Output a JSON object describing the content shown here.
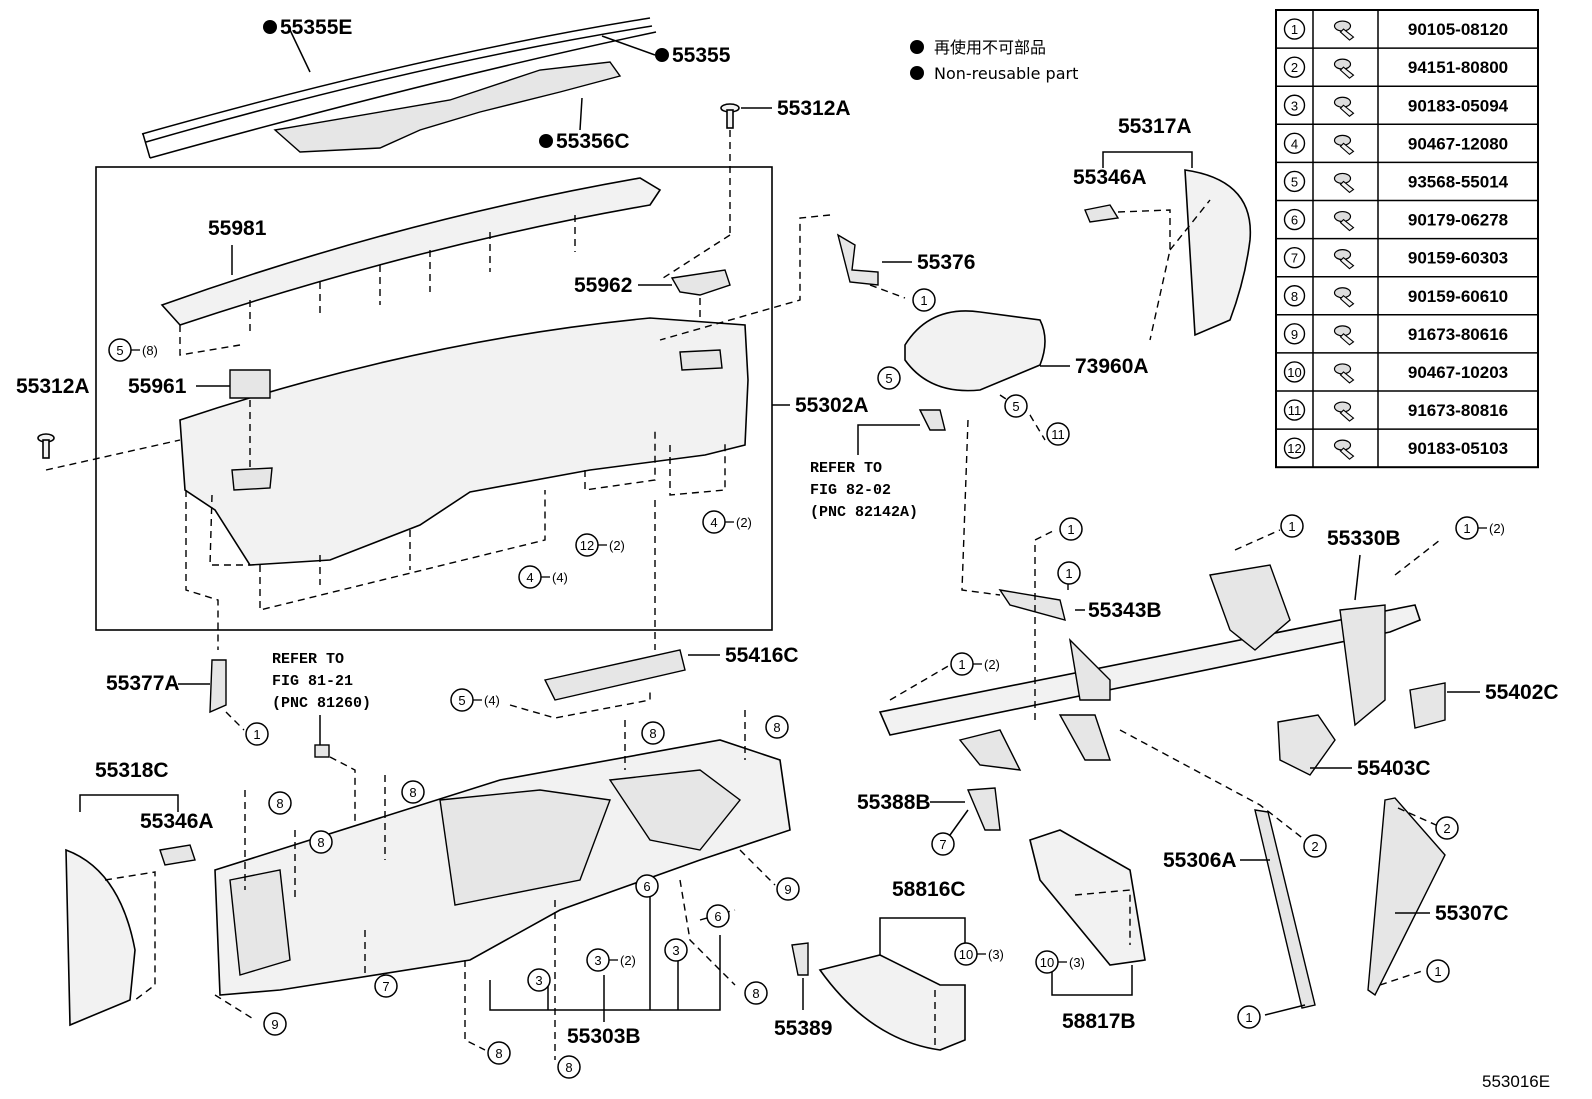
{
  "legend": {
    "jp": "再使用不可部品",
    "en": "Non-reusable part"
  },
  "fastener_table": [
    {
      "n": "1",
      "pn": "90105-08120"
    },
    {
      "n": "2",
      "pn": "94151-80800"
    },
    {
      "n": "3",
      "pn": "90183-05094"
    },
    {
      "n": "4",
      "pn": "90467-12080"
    },
    {
      "n": "5",
      "pn": "93568-55014"
    },
    {
      "n": "6",
      "pn": "90179-06278"
    },
    {
      "n": "7",
      "pn": "90159-60303"
    },
    {
      "n": "8",
      "pn": "90159-60610"
    },
    {
      "n": "9",
      "pn": "91673-80616"
    },
    {
      "n": "10",
      "pn": "90467-10203"
    },
    {
      "n": "11",
      "pn": "91673-80816"
    },
    {
      "n": "12",
      "pn": "90183-05103"
    }
  ],
  "labels": {
    "p55355E": "55355E",
    "p55355": "55355",
    "p55356C": "55356C",
    "p55312A_top": "55312A",
    "p55312A_left": "55312A",
    "p55981": "55981",
    "p55962": "55962",
    "p55961": "55961",
    "p55302A": "55302A",
    "p55376": "55376",
    "p73960A": "73960A",
    "p55317A": "55317A",
    "p55346A_top": "55346A",
    "p55330B": "55330B",
    "p55343B": "55343B",
    "p55402C": "55402C",
    "p55403C": "55403C",
    "p55377A": "55377A",
    "p55416C": "55416C",
    "p55318C": "55318C",
    "p55346A_bot": "55346A",
    "p55388B": "55388B",
    "p55306A": "55306A",
    "p55307C": "55307C",
    "p58816C": "58816C",
    "p58817B": "58817B",
    "p55303B": "55303B",
    "p55389": "55389",
    "fig_code": "553016E"
  },
  "refer1": {
    "l1": "REFER TO",
    "l2": "FIG 82-02",
    "l3": "(PNC 82142A)"
  },
  "refer2": {
    "l1": "REFER TO",
    "l2": "FIG 81-21",
    "l3": "(PNC 81260)"
  },
  "callouts": {
    "c5_top": {
      "n": "5",
      "q": "(8)"
    },
    "c12": {
      "n": "12",
      "q": "(2)"
    },
    "c4a": {
      "n": "4",
      "q": "(2)"
    },
    "c4b": {
      "n": "4",
      "q": "(4)"
    },
    "c5_mid": {
      "n": "5",
      "q": "(4)"
    },
    "c1_55376": {
      "n": "1"
    },
    "c5_airbag_l": {
      "n": "5"
    },
    "c5_airbag_r": {
      "n": "5"
    },
    "c11": {
      "n": "11"
    },
    "c1_377": {
      "n": "1"
    },
    "c1_r1": {
      "n": "1"
    },
    "c1_r2": {
      "n": "1"
    },
    "c1_r3": {
      "n": "1",
      "q": "(2)"
    },
    "c1_r4": {
      "n": "1"
    },
    "c1_r5": {
      "n": "1",
      "q": "(2)"
    },
    "c2_306": {
      "n": "2"
    },
    "c2_307": {
      "n": "2"
    },
    "c1_307": {
      "n": "1"
    },
    "c1_306": {
      "n": "1"
    },
    "c7": {
      "n": "7"
    },
    "c10a": {
      "n": "10",
      "q": "(3)"
    },
    "c10b": {
      "n": "10",
      "q": "(3)"
    },
    "c8a": {
      "n": "8"
    },
    "c8b": {
      "n": "8"
    },
    "c8c": {
      "n": "8"
    },
    "c8d": {
      "n": "8"
    },
    "c8e": {
      "n": "8"
    },
    "c8f": {
      "n": "8"
    },
    "c8g": {
      "n": "8"
    },
    "c8h": {
      "n": "8"
    },
    "c9a": {
      "n": "9"
    },
    "c9b": {
      "n": "9"
    },
    "c6a": {
      "n": "6"
    },
    "c6b": {
      "n": "6"
    },
    "c3a": {
      "n": "3"
    },
    "c3b": {
      "n": "3",
      "q": "(2)"
    },
    "c3c": {
      "n": "3"
    },
    "c7b": {
      "n": "7"
    }
  }
}
